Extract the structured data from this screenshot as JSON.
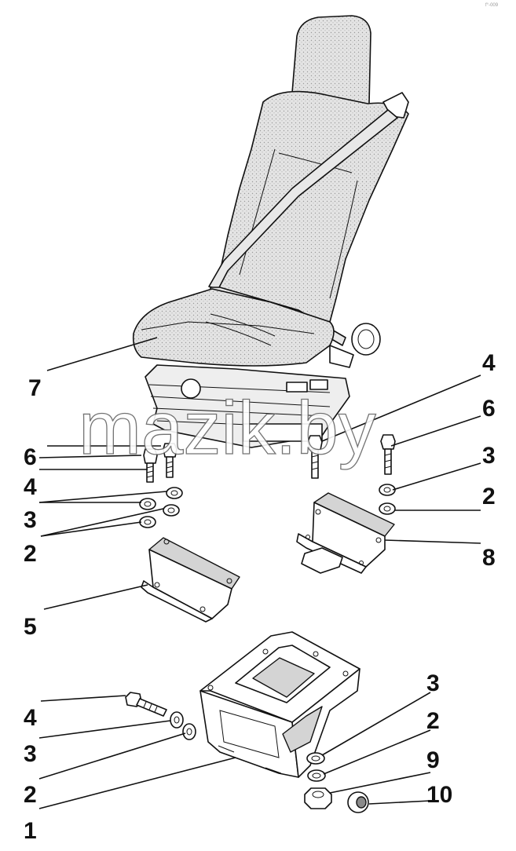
{
  "corner_mark": "f°-009",
  "watermark": "mazik.by",
  "callouts": [
    {
      "id": "7",
      "text": "7"
    },
    {
      "id": "4a",
      "text": "4"
    },
    {
      "id": "6a",
      "text": "6"
    },
    {
      "id": "3a",
      "text": "3"
    },
    {
      "id": "2a",
      "text": "2"
    },
    {
      "id": "6b",
      "text": "6"
    },
    {
      "id": "4b",
      "text": "4"
    },
    {
      "id": "3b",
      "text": "3"
    },
    {
      "id": "2b",
      "text": "2"
    },
    {
      "id": "8",
      "text": "8"
    },
    {
      "id": "5",
      "text": "5"
    },
    {
      "id": "3c",
      "text": "3"
    },
    {
      "id": "2c",
      "text": "2"
    },
    {
      "id": "9",
      "text": "9"
    },
    {
      "id": "10",
      "text": "10"
    },
    {
      "id": "4c",
      "text": "4"
    },
    {
      "id": "3d",
      "text": "3"
    },
    {
      "id": "2d",
      "text": "2"
    },
    {
      "id": "1",
      "text": "1"
    }
  ]
}
